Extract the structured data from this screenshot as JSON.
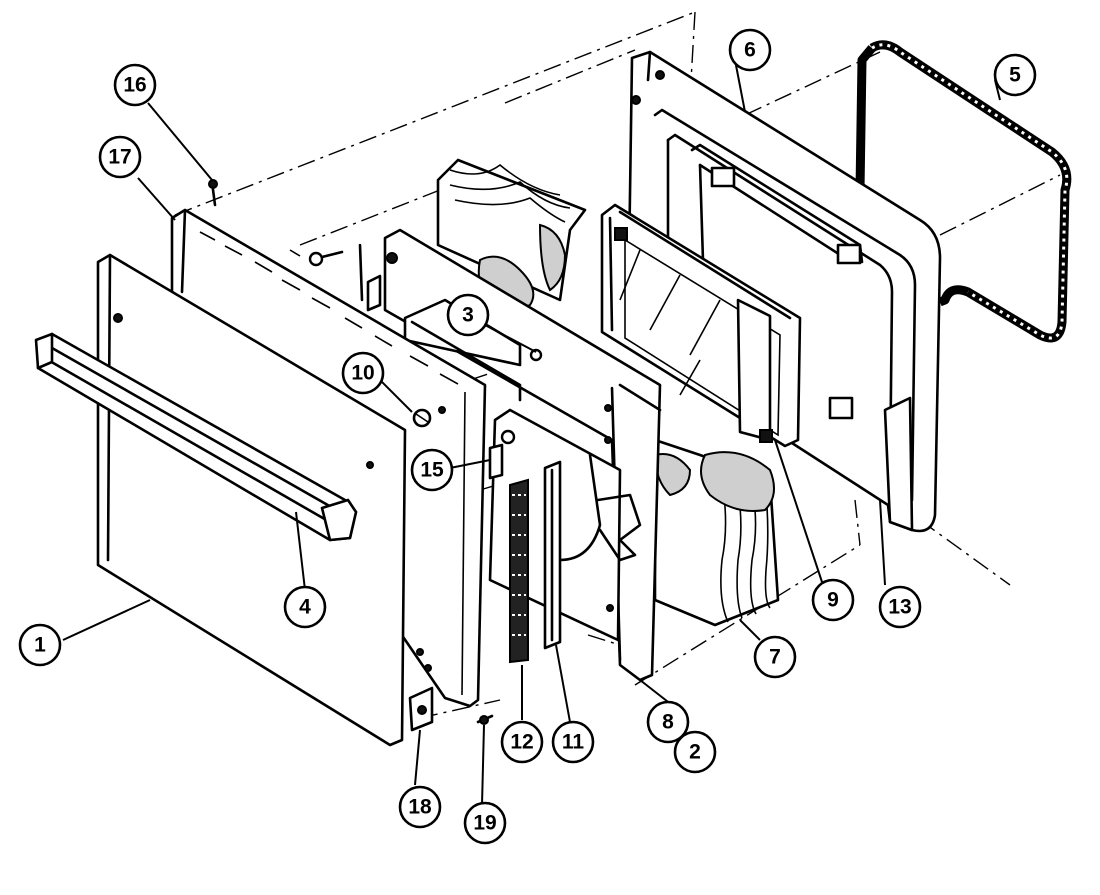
{
  "callouts": [
    {
      "id": "c1",
      "label": "1"
    },
    {
      "id": "c2",
      "label": "2"
    },
    {
      "id": "c3",
      "label": "3"
    },
    {
      "id": "c4",
      "label": "4"
    },
    {
      "id": "c5",
      "label": "5"
    },
    {
      "id": "c6",
      "label": "6"
    },
    {
      "id": "c7",
      "label": "7"
    },
    {
      "id": "c8",
      "label": "8"
    },
    {
      "id": "c9",
      "label": "9"
    },
    {
      "id": "c10",
      "label": "10"
    },
    {
      "id": "c11",
      "label": "11"
    },
    {
      "id": "c12",
      "label": "12"
    },
    {
      "id": "c13",
      "label": "13"
    },
    {
      "id": "c15",
      "label": "15"
    },
    {
      "id": "c16",
      "label": "16"
    },
    {
      "id": "c17",
      "label": "17"
    },
    {
      "id": "c18",
      "label": "18"
    },
    {
      "id": "c19",
      "label": "19"
    }
  ]
}
